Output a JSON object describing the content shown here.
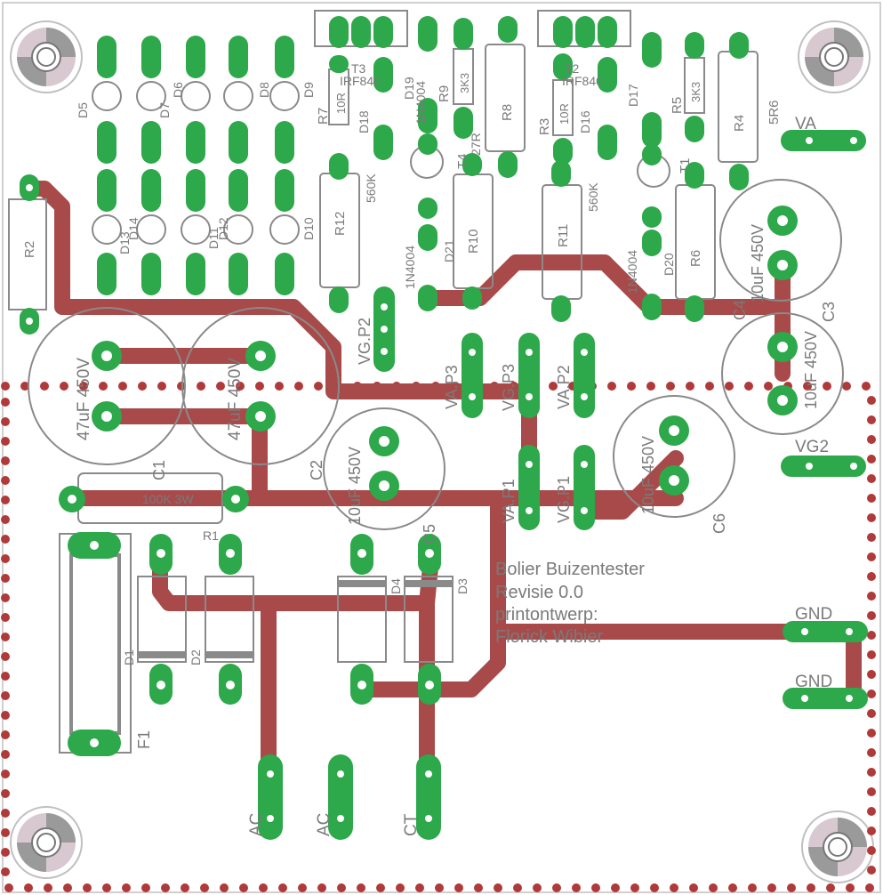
{
  "colors": {
    "pad": "#2da84a",
    "trace": "#a84a4a",
    "silk": "#8a8a8a",
    "drill": "#ffffff",
    "border": "#b03a3a",
    "hole_ring": "#c0c0c0",
    "hole_tint": "#c8b8c0"
  },
  "board_text": {
    "line1": "Bolier Buizentester",
    "line2": "Revisie 0.0",
    "line3": "printontwerp:",
    "line4": "Florick Wibier"
  },
  "labels": {
    "t3": "T3",
    "t3_part": "IRF840",
    "t2": "T2",
    "t2_part": "IRF840",
    "t4": "T4",
    "t1": "T1",
    "r7": "R7",
    "r7_val": "10R",
    "r3": "R3",
    "r3_val": "10R",
    "r9": "R9",
    "r9_val": "3K3",
    "r5": "R5",
    "r5_val": "3K3",
    "r8": "R8",
    "r4": "R4",
    "r4_val": "5R6",
    "r8_val": "27R",
    "r12": "R12",
    "r12_val": "560K",
    "r11": "R11",
    "r11_val": "560K",
    "r10": "R10",
    "r6": "R6",
    "r2": "R2",
    "r1": "R1",
    "r1_val": "100K 3W",
    "d5": "D5",
    "d6": "D6",
    "d7": "D7",
    "d8": "D8",
    "d9": "D9",
    "d10": "D10",
    "d12": "D12",
    "d13": "D13",
    "d14": "D14",
    "d11": "D11",
    "d16": "D16",
    "d17": "D17",
    "d18": "D18",
    "d19": "D19",
    "d20": "D20",
    "d21": "D21",
    "d1": "D1",
    "d2": "D2",
    "d3": "D3",
    "d4": "D4",
    "n4004a": "1N4004",
    "n4004b": "1N4004",
    "n4004c": "1N4004",
    "c1": "C1",
    "c1_val": "47uF 450V",
    "c1b_val": "47uF 450V",
    "c2": "C2",
    "c2_val": "10uF 450V",
    "c3": "C3",
    "c3_val": "10uF 450V",
    "c4": "C4",
    "c4_val": "10uF 450V",
    "c5": "C5",
    "c6": "C6",
    "c6_val": "10uF 450V",
    "f1": "F1",
    "va": "VA",
    "vg2": "VG2",
    "gnd1": "GND",
    "gnd2": "GND",
    "vgp2": "VG.P2",
    "vap3": "VA.P3",
    "vgp3": "VG.P3",
    "vap2": "VA.P2",
    "vap1": "VA.P1",
    "vgp1": "VG.P1",
    "ac1": "AC",
    "ac2": "AC",
    "ct": "CT"
  }
}
